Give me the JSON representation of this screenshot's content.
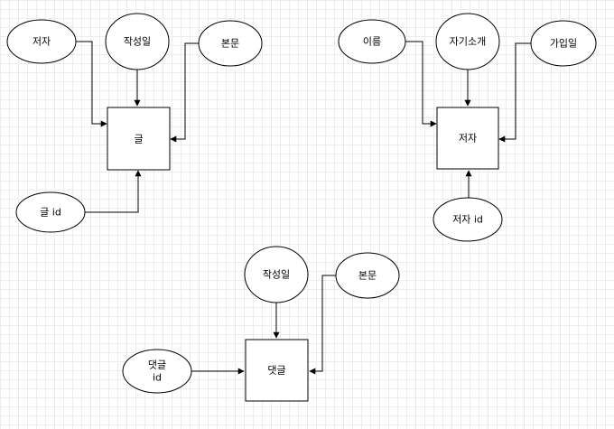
{
  "diagrams": [
    {
      "entity": "글",
      "attributes": {
        "author": "저자",
        "date": "작성일",
        "body": "본문",
        "id": "글 id"
      }
    },
    {
      "entity": "저자",
      "attributes": {
        "name": "이름",
        "intro": "자기소개",
        "joined": "가입일",
        "id": "저자 id"
      }
    },
    {
      "entity": "댓글",
      "attributes": {
        "date": "작성일",
        "body": "본문",
        "id_line1": "댓글",
        "id_line2": "id"
      }
    }
  ]
}
